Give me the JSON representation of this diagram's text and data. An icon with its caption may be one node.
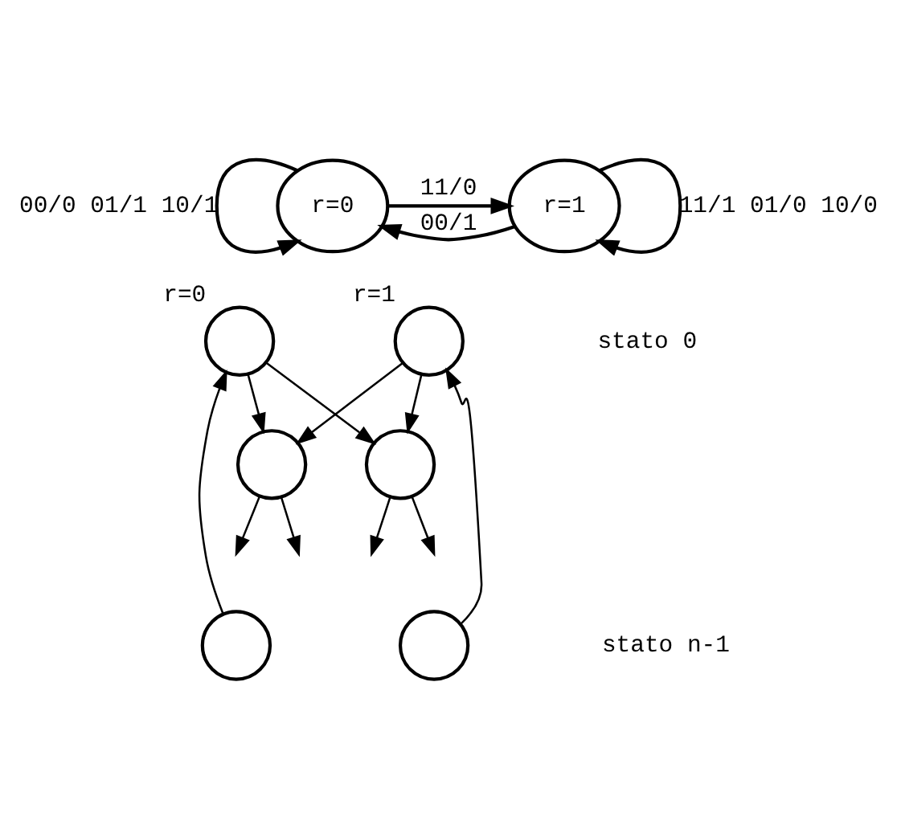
{
  "diagram": {
    "nodes": [
      {
        "text": [
          "r=0"
        ]
      },
      {
        "text": [
          "r=1"
        ]
      },
      {
        "text": [],
        "shape": "circle",
        "beside": [
          "r=0"
        ]
      },
      {
        "text": [],
        "shape": "circle",
        "beside": [
          "r=1"
        ]
      },
      {
        "text": [],
        "shape": "circle"
      },
      {
        "text": [],
        "shape": "circle"
      },
      {
        "text": [],
        "shape": "circle"
      },
      {
        "text": [],
        "shape": "circle"
      }
    ],
    "edges": [
      {
        "from": 0,
        "to": 0,
        "arrow": "to",
        "label": "00/0 01/1 10/1"
      },
      {
        "from": 0,
        "to": 1,
        "arrow": "to",
        "label": "11/0"
      },
      {
        "from": 1,
        "to": 0,
        "arrow": "to",
        "label": "00/1"
      },
      {
        "from": 1,
        "to": 1,
        "arrow": "to",
        "label": "11/1 01/0 10/0"
      },
      {
        "from": 2,
        "to": 4,
        "arrow": "to"
      },
      {
        "from": 2,
        "to": 5,
        "arrow": "to"
      },
      {
        "from": 3,
        "to": 4,
        "arrow": "to"
      },
      {
        "from": 3,
        "to": 5,
        "arrow": "to"
      },
      {
        "from": 4,
        "to": null,
        "arrow": "to"
      },
      {
        "from": 4,
        "to": null,
        "arrow": "to"
      },
      {
        "from": 5,
        "to": null,
        "arrow": "to"
      },
      {
        "from": 5,
        "to": null,
        "arrow": "to"
      },
      {
        "from": 6,
        "to": 2,
        "arrow": "to"
      },
      {
        "from": 7,
        "to": 3,
        "arrow": "to"
      }
    ],
    "labels": [
      "stato 0",
      "stato n-1"
    ]
  }
}
